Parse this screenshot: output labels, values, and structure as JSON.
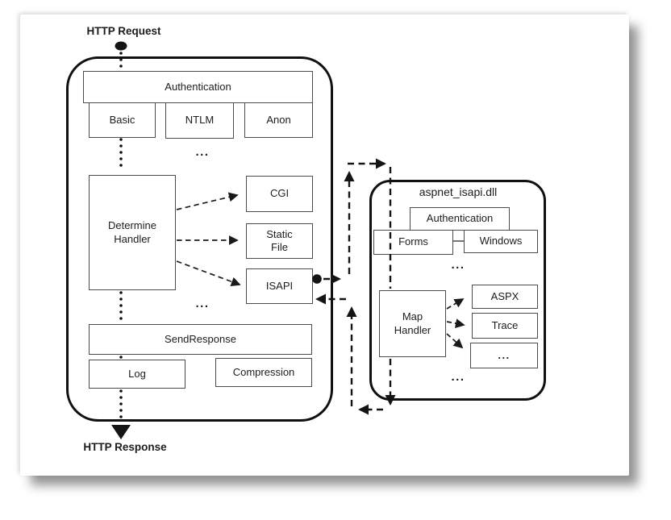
{
  "flow": {
    "request_label": "HTTP Request",
    "response_label": "HTTP Response"
  },
  "colors": {
    "line": "#141414",
    "box_border": "#4b4b4b",
    "text": "#1c1c1c",
    "background": "#ffffff"
  },
  "iis": {
    "authentication": "Authentication",
    "auth_modules": [
      "Basic",
      "NTLM",
      "Anon"
    ],
    "ellipsis_top": "...",
    "determine_handler": "Determine\nHandler",
    "handlers": [
      "CGI",
      "Static\nFile",
      "ISAPI"
    ],
    "ellipsis_bottom": "...",
    "send_response": "SendResponse",
    "log": "Log",
    "compression": "Compression"
  },
  "aspnet": {
    "title": "aspnet_isapi.dll",
    "authentication": "Authentication",
    "auth_modules": [
      "Forms",
      "Windows"
    ],
    "ellipsis_top": "...",
    "map_handler": "Map\nHandler",
    "handlers": [
      "ASPX",
      "Trace",
      "..."
    ],
    "ellipsis_bottom": "..."
  }
}
